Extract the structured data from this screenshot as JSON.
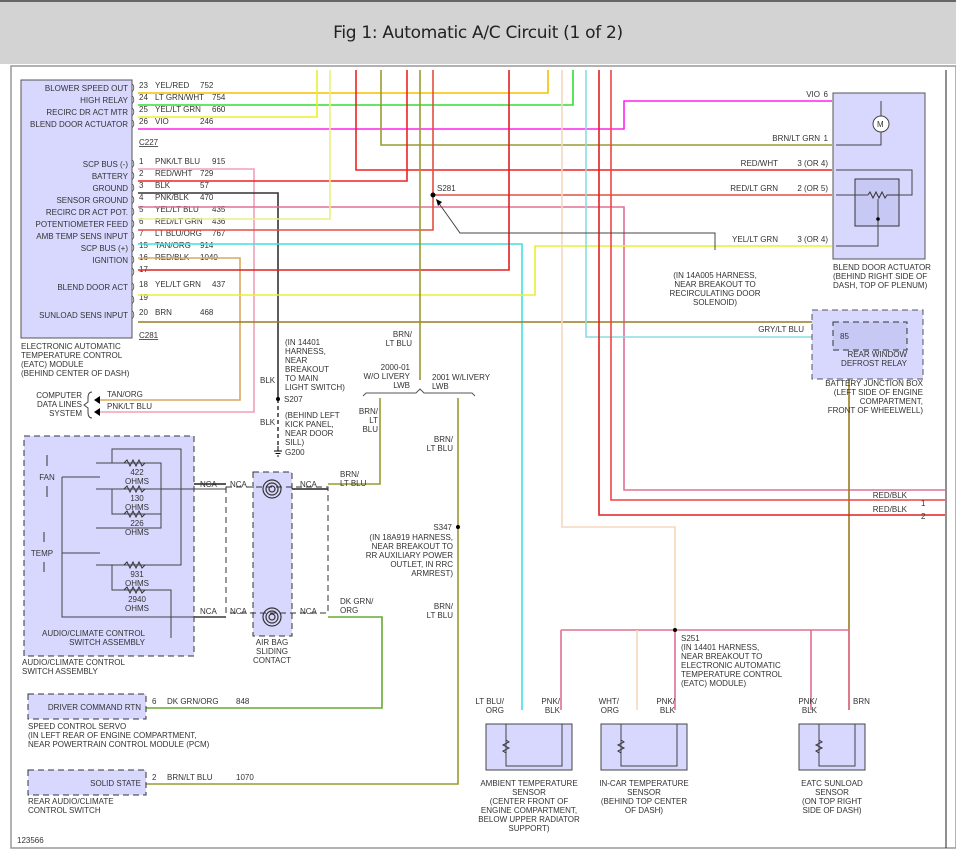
{
  "title": "Fig 1: Automatic A/C Circuit (1 of 2)",
  "figure_number": "123566",
  "eatc_module": {
    "label_lines": [
      "ELECTRONIC AUTOMATIC",
      "TEMPERATURE CONTROL",
      "(EATC) MODULE",
      "(BEHIND CENTER OF DASH)"
    ],
    "connector_top": "C227",
    "connector_bottom": "C281",
    "pins": [
      {
        "name": "BLOWER SPEED OUT",
        "pin": "23",
        "wire": "YEL/RED",
        "circuit": "752",
        "color": "#f5c000"
      },
      {
        "name": "HIGH RELAY",
        "pin": "24",
        "wire": "LT GRN/WHT",
        "circuit": "754",
        "color": "#33dd33"
      },
      {
        "name": "RECIRC DR ACT MTR",
        "pin": "25",
        "wire": "YEL/LT GRN",
        "circuit": "660",
        "color": "#e8f030"
      },
      {
        "name": "BLEND DOOR ACTUATOR",
        "pin": "26",
        "wire": "VIO",
        "circuit": "246",
        "color": "#ff22ee"
      },
      {
        "name": "SCP BUS (-)",
        "pin": "1",
        "wire": "PNK/LT BLU",
        "circuit": "915",
        "color": "#f0a0b8"
      },
      {
        "name": "BATTERY",
        "pin": "2",
        "wire": "RED/WHT",
        "circuit": "729",
        "color": "#ee2222"
      },
      {
        "name": "GROUND",
        "pin": "3",
        "wire": "BLK",
        "circuit": "57",
        "color": "#333333"
      },
      {
        "name": "SENSOR GROUND",
        "pin": "4",
        "wire": "PNK/BLK",
        "circuit": "470",
        "color": "#e07090"
      },
      {
        "name": "RECIRC DR ACT POT.",
        "pin": "5",
        "wire": "YEL/LT BLU",
        "circuit": "435",
        "color": "#e8f080"
      },
      {
        "name": "POTENTIOMETER FEED",
        "pin": "6",
        "wire": "RED/LT GRN",
        "circuit": "436",
        "color": "#e05040"
      },
      {
        "name": "AMB TEMP SENS INPUT",
        "pin": "7",
        "wire": "LT BLU/ORG",
        "circuit": "767",
        "color": "#40e0e0"
      },
      {
        "name": "SCP BUS (+)",
        "pin": "15",
        "wire": "TAN/ORG",
        "circuit": "914",
        "color": "#d8a860"
      },
      {
        "name": "IGNITION",
        "pin": "16",
        "wire": "RED/BLK",
        "circuit": "1040",
        "color": "#dd2222"
      },
      {
        "name": "",
        "pin": "17",
        "wire": "",
        "circuit": "",
        "color": ""
      },
      {
        "name": "BLEND DOOR ACT",
        "pin": "18",
        "wire": "YEL/LT GRN",
        "circuit": "437",
        "color": "#e8f030"
      },
      {
        "name": "",
        "pin": "19",
        "wire": "",
        "circuit": "",
        "color": ""
      },
      {
        "name": "SUNLOAD SENS INPUT",
        "pin": "20",
        "wire": "BRN",
        "circuit": "468",
        "color": "#9a7a20"
      }
    ]
  },
  "splices": {
    "s281": "S281",
    "s281_note": [
      "(IN 14A005 HARNESS,",
      "NEAR BREAKOUT TO",
      "RECIRCULATING DOOR",
      "SOLENOID)"
    ],
    "s207": "S207",
    "s207_note": [
      "(IN 14401",
      "HARNESS,",
      "NEAR",
      "BREAKOUT",
      "TO MAIN",
      "LIGHT SWITCH)"
    ],
    "g200": "G200",
    "g200_note": [
      "(BEHIND LEFT",
      "KICK PANEL,",
      "NEAR DOOR",
      "SILL)"
    ],
    "blk": "BLK",
    "s347": "S347",
    "s347_note": [
      "(IN 18A919 HARNESS,",
      "NEAR BREAKOUT TO",
      "RR AUXILIARY POWER",
      "OUTLET, IN RRC",
      "ARMREST)"
    ],
    "s251": "S251",
    "s251_note": [
      "(IN 14401 HARNESS,",
      "NEAR BREAKOUT TO",
      "ELECTRONIC AUTOMATIC",
      "TEMPERATURE CONTROL",
      "(EATC) MODULE)"
    ]
  },
  "blend_door_actuator": {
    "label_lines": [
      "BLEND DOOR ACTUATOR",
      "(BEHIND RIGHT SIDE OF",
      "DASH, TOP OF PLENUM)"
    ],
    "motor_symbol": "M",
    "pins": [
      {
        "wire": "VIO",
        "pin": "6"
      },
      {
        "wire": "BRN/LT GRN",
        "pin": "1"
      },
      {
        "wire": "RED/WHT",
        "pin": "3 (OR 4)"
      },
      {
        "wire": "RED/LT GRN",
        "pin": "2 (OR 5)"
      },
      {
        "wire": "YEL/LT GRN",
        "pin": "3 (OR 4)"
      }
    ]
  },
  "battery_junction_box": {
    "relay_pin": "85",
    "relay_label": [
      "REAR WINDOW",
      "DEFROST RELAY"
    ],
    "label_lines": [
      "BATTERY JUNCTION BOX",
      "(LEFT SIDE OF ENGINE",
      "COMPARTMENT,",
      "FRONT OF WHEELWELL)"
    ],
    "wire": "GRY/LT BLU"
  },
  "continuations": [
    {
      "wire": "RED/BLK",
      "ref": "1"
    },
    {
      "wire": "RED/BLK",
      "ref": "2"
    }
  ],
  "computer_data_lines": {
    "label_lines": [
      "COMPUTER",
      "DATA LINES",
      "SYSTEM"
    ],
    "wires": [
      "TAN/ORG",
      "PNK/LT BLU"
    ]
  },
  "livery": {
    "left_lines": [
      "2000-01",
      "W/O LIVERY",
      "LWB"
    ],
    "right_lines": [
      "2001 W/LIVERY",
      "LWB"
    ],
    "wire_top": [
      "BRN/",
      "LT BLU"
    ],
    "wire_left": [
      "BRN/",
      "LT",
      "BLU"
    ],
    "wire_right": [
      "BRN/",
      "LT BLU"
    ],
    "wire_mid": [
      "BRN/",
      "LT BLU"
    ],
    "wire_low": [
      "BRN/",
      "LT BLU"
    ]
  },
  "switch_assembly": {
    "fan": "FAN",
    "temp": "TEMP",
    "resistors": [
      {
        "value": "422",
        "unit": "OHMS"
      },
      {
        "value": "130",
        "unit": "OHMS"
      },
      {
        "value": "226",
        "unit": "OHMS"
      },
      {
        "value": "931",
        "unit": "OHMS"
      },
      {
        "value": "2940",
        "unit": "OHMS"
      }
    ],
    "inner_label": [
      "AUDIO/CLIMATE CONTROL",
      "SWITCH ASSEMBLY"
    ],
    "label_lines": [
      "AUDIO/CLIMATE CONTROL",
      "SWITCH ASSEMBLY"
    ],
    "nca": "NCA"
  },
  "air_bag": {
    "label_lines": [
      "AIR BAG",
      "SLIDING",
      "CONTACT"
    ],
    "wire_top": [
      "BRN/",
      "LT BLU"
    ],
    "wire_bottom": [
      "DK GRN/",
      "ORG"
    ]
  },
  "speed_control": {
    "pin_name": "DRIVER COMMAND RTN",
    "pin": "6",
    "wire": "DK GRN/ORG",
    "circuit": "848",
    "label_lines": [
      "SPEED CONTROL SERVO",
      "(IN LEFT REAR OF ENGINE COMPARTMENT,",
      "NEAR POWERTRAIN CONTROL MODULE (PCM)"
    ]
  },
  "rear_audio": {
    "pin_name": "SOLID STATE",
    "pin": "2",
    "wire": "BRN/LT BLU",
    "circuit": "1070",
    "label_lines": [
      "REAR AUDIO/CLIMATE",
      "CONTROL SWITCH"
    ]
  },
  "sensors": [
    {
      "id": "ambient",
      "wires": [
        [
          "LT BLU/",
          "ORG"
        ],
        [
          "PNK/",
          "BLK"
        ]
      ],
      "label_lines": [
        "AMBIENT TEMPERATURE",
        "SENSOR",
        "(CENTER FRONT OF",
        "ENGINE COMPARTMENT,",
        "BELOW UPPER RADIATOR",
        "SUPPORT)"
      ]
    },
    {
      "id": "incar",
      "wires": [
        [
          "WHT/",
          "ORG"
        ],
        [
          "PNK/",
          "BLK"
        ]
      ],
      "label_lines": [
        "IN-CAR TEMPERATURE",
        "SENSOR",
        "(BEHIND TOP CENTER",
        "OF DASH)"
      ]
    },
    {
      "id": "sunload",
      "wires": [
        [
          "PNK/",
          "BLK"
        ],
        [
          "BRN"
        ]
      ],
      "label_lines": [
        "EATC SUNLOAD",
        "SENSOR",
        "(ON TOP RIGHT",
        "SIDE OF DASH)"
      ]
    }
  ]
}
